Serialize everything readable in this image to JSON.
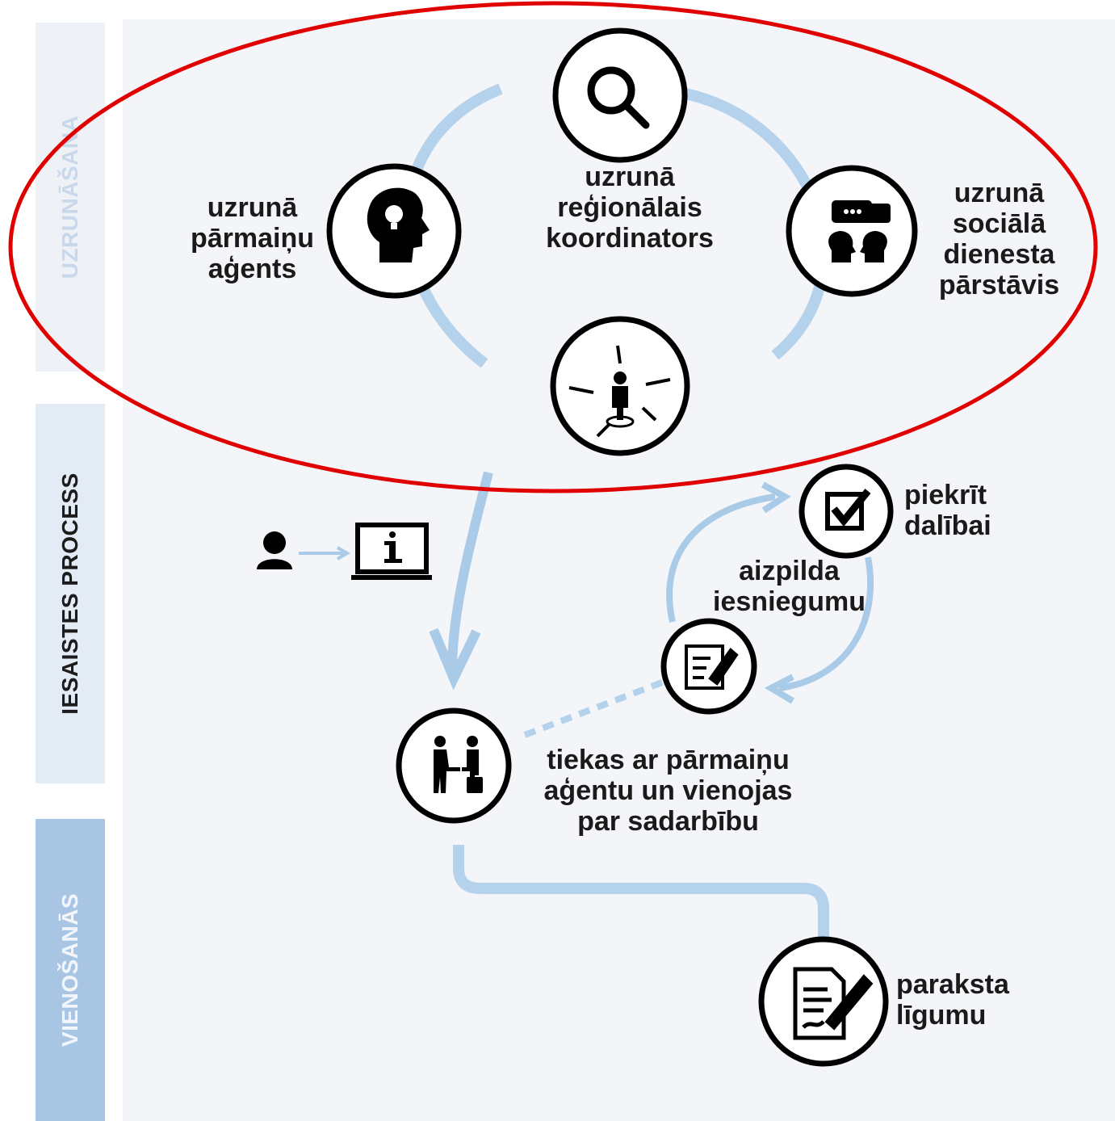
{
  "bands": {
    "uzrunasana": "UZRUNĀŠANA",
    "iesaistes": "IESAISTES PROCESS",
    "vienosanas": "VIENOŠANĀS"
  },
  "nodes": {
    "agent": "uzrunā\npārmaiņu\naģents",
    "coordinator": "uzrunā\nreģionālais\nkoordinators",
    "social": "uzrunā\nsociālā\ndienesta\npārstāvis",
    "agree": "piekrīt\ndalībai",
    "fill": "aizpilda\niesniegumu",
    "meet": "tiekas ar pārmaiņu\naģentu un vienojas\npar sadarbību",
    "sign": "paraksta\nlīgumu"
  },
  "colors": {
    "accent_blue": "#a9cbe8",
    "highlight_red": "#e00000",
    "icon_black": "#000000"
  },
  "icons": [
    "search-icon",
    "head-idea-icon",
    "chat-people-icon",
    "target-person-icon",
    "user-icon",
    "info-monitor-icon",
    "checkbox-icon",
    "form-edit-icon",
    "handshake-people-icon",
    "contract-sign-icon"
  ]
}
